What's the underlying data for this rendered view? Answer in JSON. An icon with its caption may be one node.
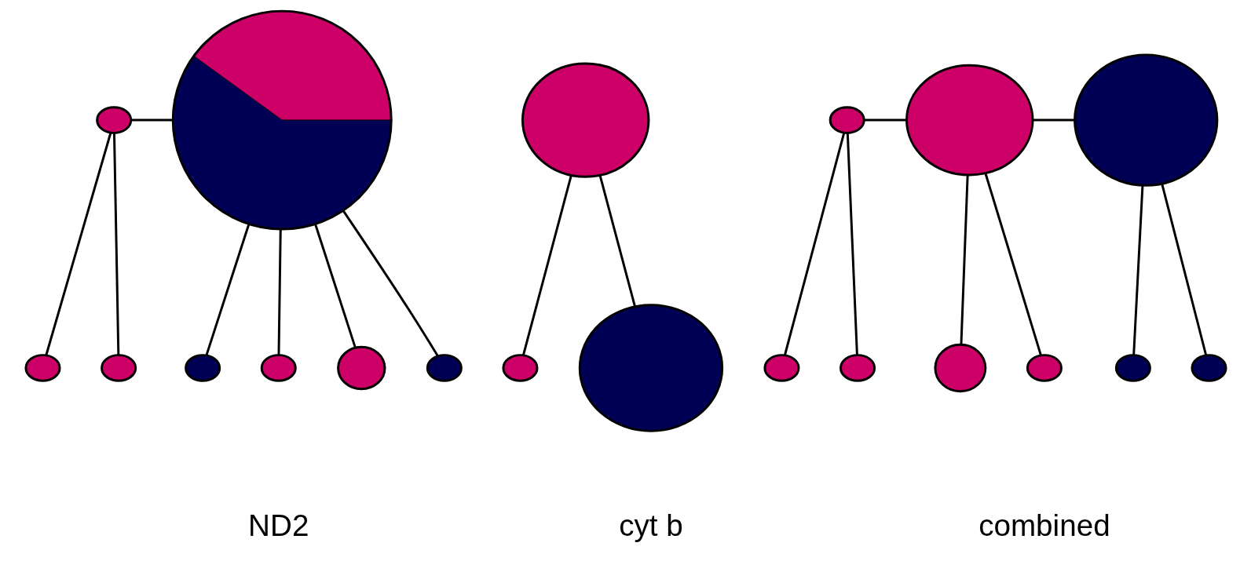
{
  "diagram": {
    "nodes": [
      {
        "text": [],
        "shape": "circle"
      },
      {
        "text": [],
        "shape": "circle"
      },
      {
        "text": [],
        "shape": "circle"
      },
      {
        "text": [],
        "shape": "circle"
      },
      {
        "text": [],
        "shape": "circle"
      },
      {
        "text": [],
        "shape": "circle"
      },
      {
        "text": [],
        "shape": "circle"
      },
      {
        "text": [],
        "shape": "circle"
      },
      {
        "text": [],
        "shape": "circle"
      },
      {
        "text": [],
        "shape": "circle"
      },
      {
        "text": [],
        "shape": "circle"
      },
      {
        "text": [],
        "shape": "circle"
      },
      {
        "text": [],
        "shape": "circle"
      },
      {
        "text": [],
        "shape": "circle"
      },
      {
        "text": [],
        "shape": "circle"
      },
      {
        "text": [],
        "shape": "circle"
      },
      {
        "text": [],
        "shape": "circle"
      },
      {
        "text": [],
        "shape": "circle"
      },
      {
        "text": [],
        "shape": "circle"
      },
      {
        "text": [],
        "shape": "circle"
      }
    ],
    "edges": [
      {
        "from": 0,
        "to": 1,
        "arrow": "none"
      },
      {
        "from": 3,
        "to": 0,
        "arrow": "none"
      },
      {
        "from": 3,
        "to": 2,
        "arrow": "none"
      },
      {
        "from": 3,
        "to": 4,
        "arrow": "none"
      },
      {
        "from": 0,
        "to": 5,
        "arrow": "none"
      },
      {
        "from": 0,
        "to": 6,
        "arrow": "none"
      },
      {
        "from": 0,
        "to": 7,
        "arrow": "none"
      },
      {
        "from": 8,
        "to": 9,
        "arrow": "none"
      },
      {
        "from": 9,
        "to": 10,
        "arrow": "none"
      },
      {
        "from": 12,
        "to": 11,
        "arrow": "none"
      },
      {
        "from": 12,
        "to": 13,
        "arrow": "none"
      },
      {
        "from": 12,
        "to": 15,
        "arrow": "none"
      },
      {
        "from": 14,
        "to": 15,
        "arrow": "none"
      },
      {
        "from": 15,
        "to": 16,
        "arrow": "none"
      },
      {
        "from": 15,
        "to": 18,
        "arrow": "none"
      },
      {
        "from": 17,
        "to": 18,
        "arrow": "none"
      },
      {
        "from": 18,
        "to": 19,
        "arrow": "none"
      }
    ],
    "labels": [
      "ND2",
      "cyt b",
      "combined"
    ]
  }
}
